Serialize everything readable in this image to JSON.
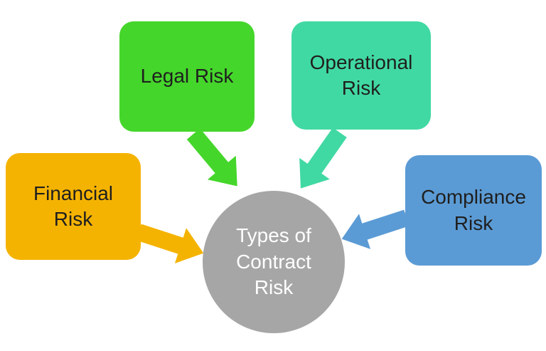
{
  "colors": {
    "financial": "#F5B301",
    "legal": "#45D62B",
    "operational": "#41D9A3",
    "compliance": "#5B9BD5",
    "center": "#A6A6A6"
  },
  "nodes": {
    "financial": {
      "label": "Financial Risk"
    },
    "legal": {
      "label": "Legal Risk"
    },
    "operational": {
      "label": "Operational Risk"
    },
    "compliance": {
      "label": "Compliance Risk"
    },
    "center": {
      "label": "Types of Contract Risk"
    }
  },
  "arrows": [
    {
      "from": "financial",
      "to": "center"
    },
    {
      "from": "legal",
      "to": "center"
    },
    {
      "from": "operational",
      "to": "center"
    },
    {
      "from": "compliance",
      "to": "center"
    }
  ]
}
